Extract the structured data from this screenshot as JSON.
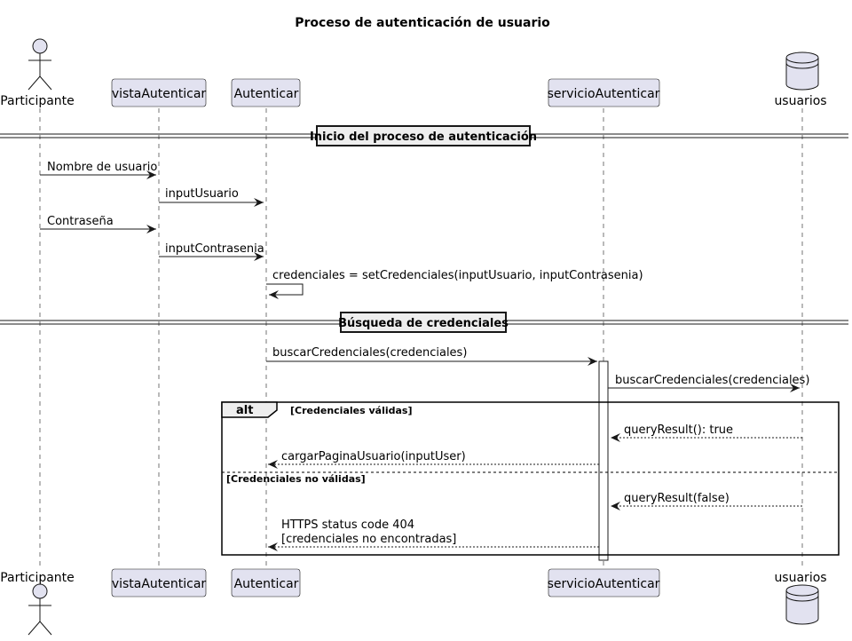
{
  "diagram": {
    "title": "Proceso de autenticación de usuario",
    "participants": [
      {
        "id": "participante",
        "label": "Participante",
        "kind": "actor"
      },
      {
        "id": "vista",
        "label": "vistaAutenticar",
        "kind": "box"
      },
      {
        "id": "autenticar",
        "label": "Autenticar",
        "kind": "box"
      },
      {
        "id": "servicio",
        "label": "servicioAutenticar",
        "kind": "box"
      },
      {
        "id": "usuarios",
        "label": "usuarios",
        "kind": "database"
      }
    ],
    "dividers": [
      {
        "label": "Inicio del proceso de autenticación"
      },
      {
        "label": "Búsqueda de credenciales"
      }
    ],
    "messages": [
      {
        "from": "participante",
        "to": "vista",
        "label": "Nombre de usuario",
        "style": "solid"
      },
      {
        "from": "vista",
        "to": "autenticar",
        "label": "inputUsuario",
        "style": "solid"
      },
      {
        "from": "participante",
        "to": "vista",
        "label": "Contraseña",
        "style": "solid"
      },
      {
        "from": "vista",
        "to": "autenticar",
        "label": "inputContrasenia",
        "style": "solid"
      },
      {
        "from": "autenticar",
        "to": "autenticar",
        "label": "credenciales = setCredenciales(inputUsuario, inputContrasenia)",
        "style": "self"
      },
      {
        "from": "autenticar",
        "to": "servicio",
        "label": "buscarCredenciales(credenciales)",
        "style": "solid"
      },
      {
        "from": "servicio",
        "to": "usuarios",
        "label": "buscarCredenciales(credenciales)",
        "style": "solid"
      },
      {
        "from": "usuarios",
        "to": "servicio",
        "label": "queryResult(): true",
        "style": "dashed"
      },
      {
        "from": "servicio",
        "to": "autenticar",
        "label": "cargarPaginaUsuario(inputUser)",
        "style": "dashed"
      },
      {
        "from": "usuarios",
        "to": "servicio",
        "label": "queryResult(false)",
        "style": "dashed"
      },
      {
        "from": "servicio",
        "to": "autenticar",
        "label_lines": [
          "HTTPS status code 404",
          "[credenciales no encontradas]"
        ],
        "style": "dashed"
      }
    ],
    "alt_fragment": {
      "keyword": "alt",
      "guard_1": "[Credenciales válidas]",
      "guard_2": "[Credenciales no válidas]"
    }
  }
}
